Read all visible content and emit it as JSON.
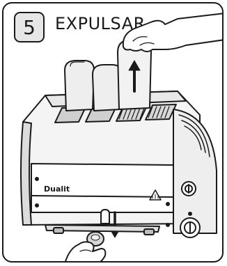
{
  "step": {
    "number": "5",
    "title": "EXPULSAR"
  },
  "toaster": {
    "brand": "Dualit"
  },
  "icons": {
    "up_arrow": "arrow-up-icon",
    "down_arrow": "arrow-down-icon",
    "warning": "hot-surface-warning-icon"
  }
}
